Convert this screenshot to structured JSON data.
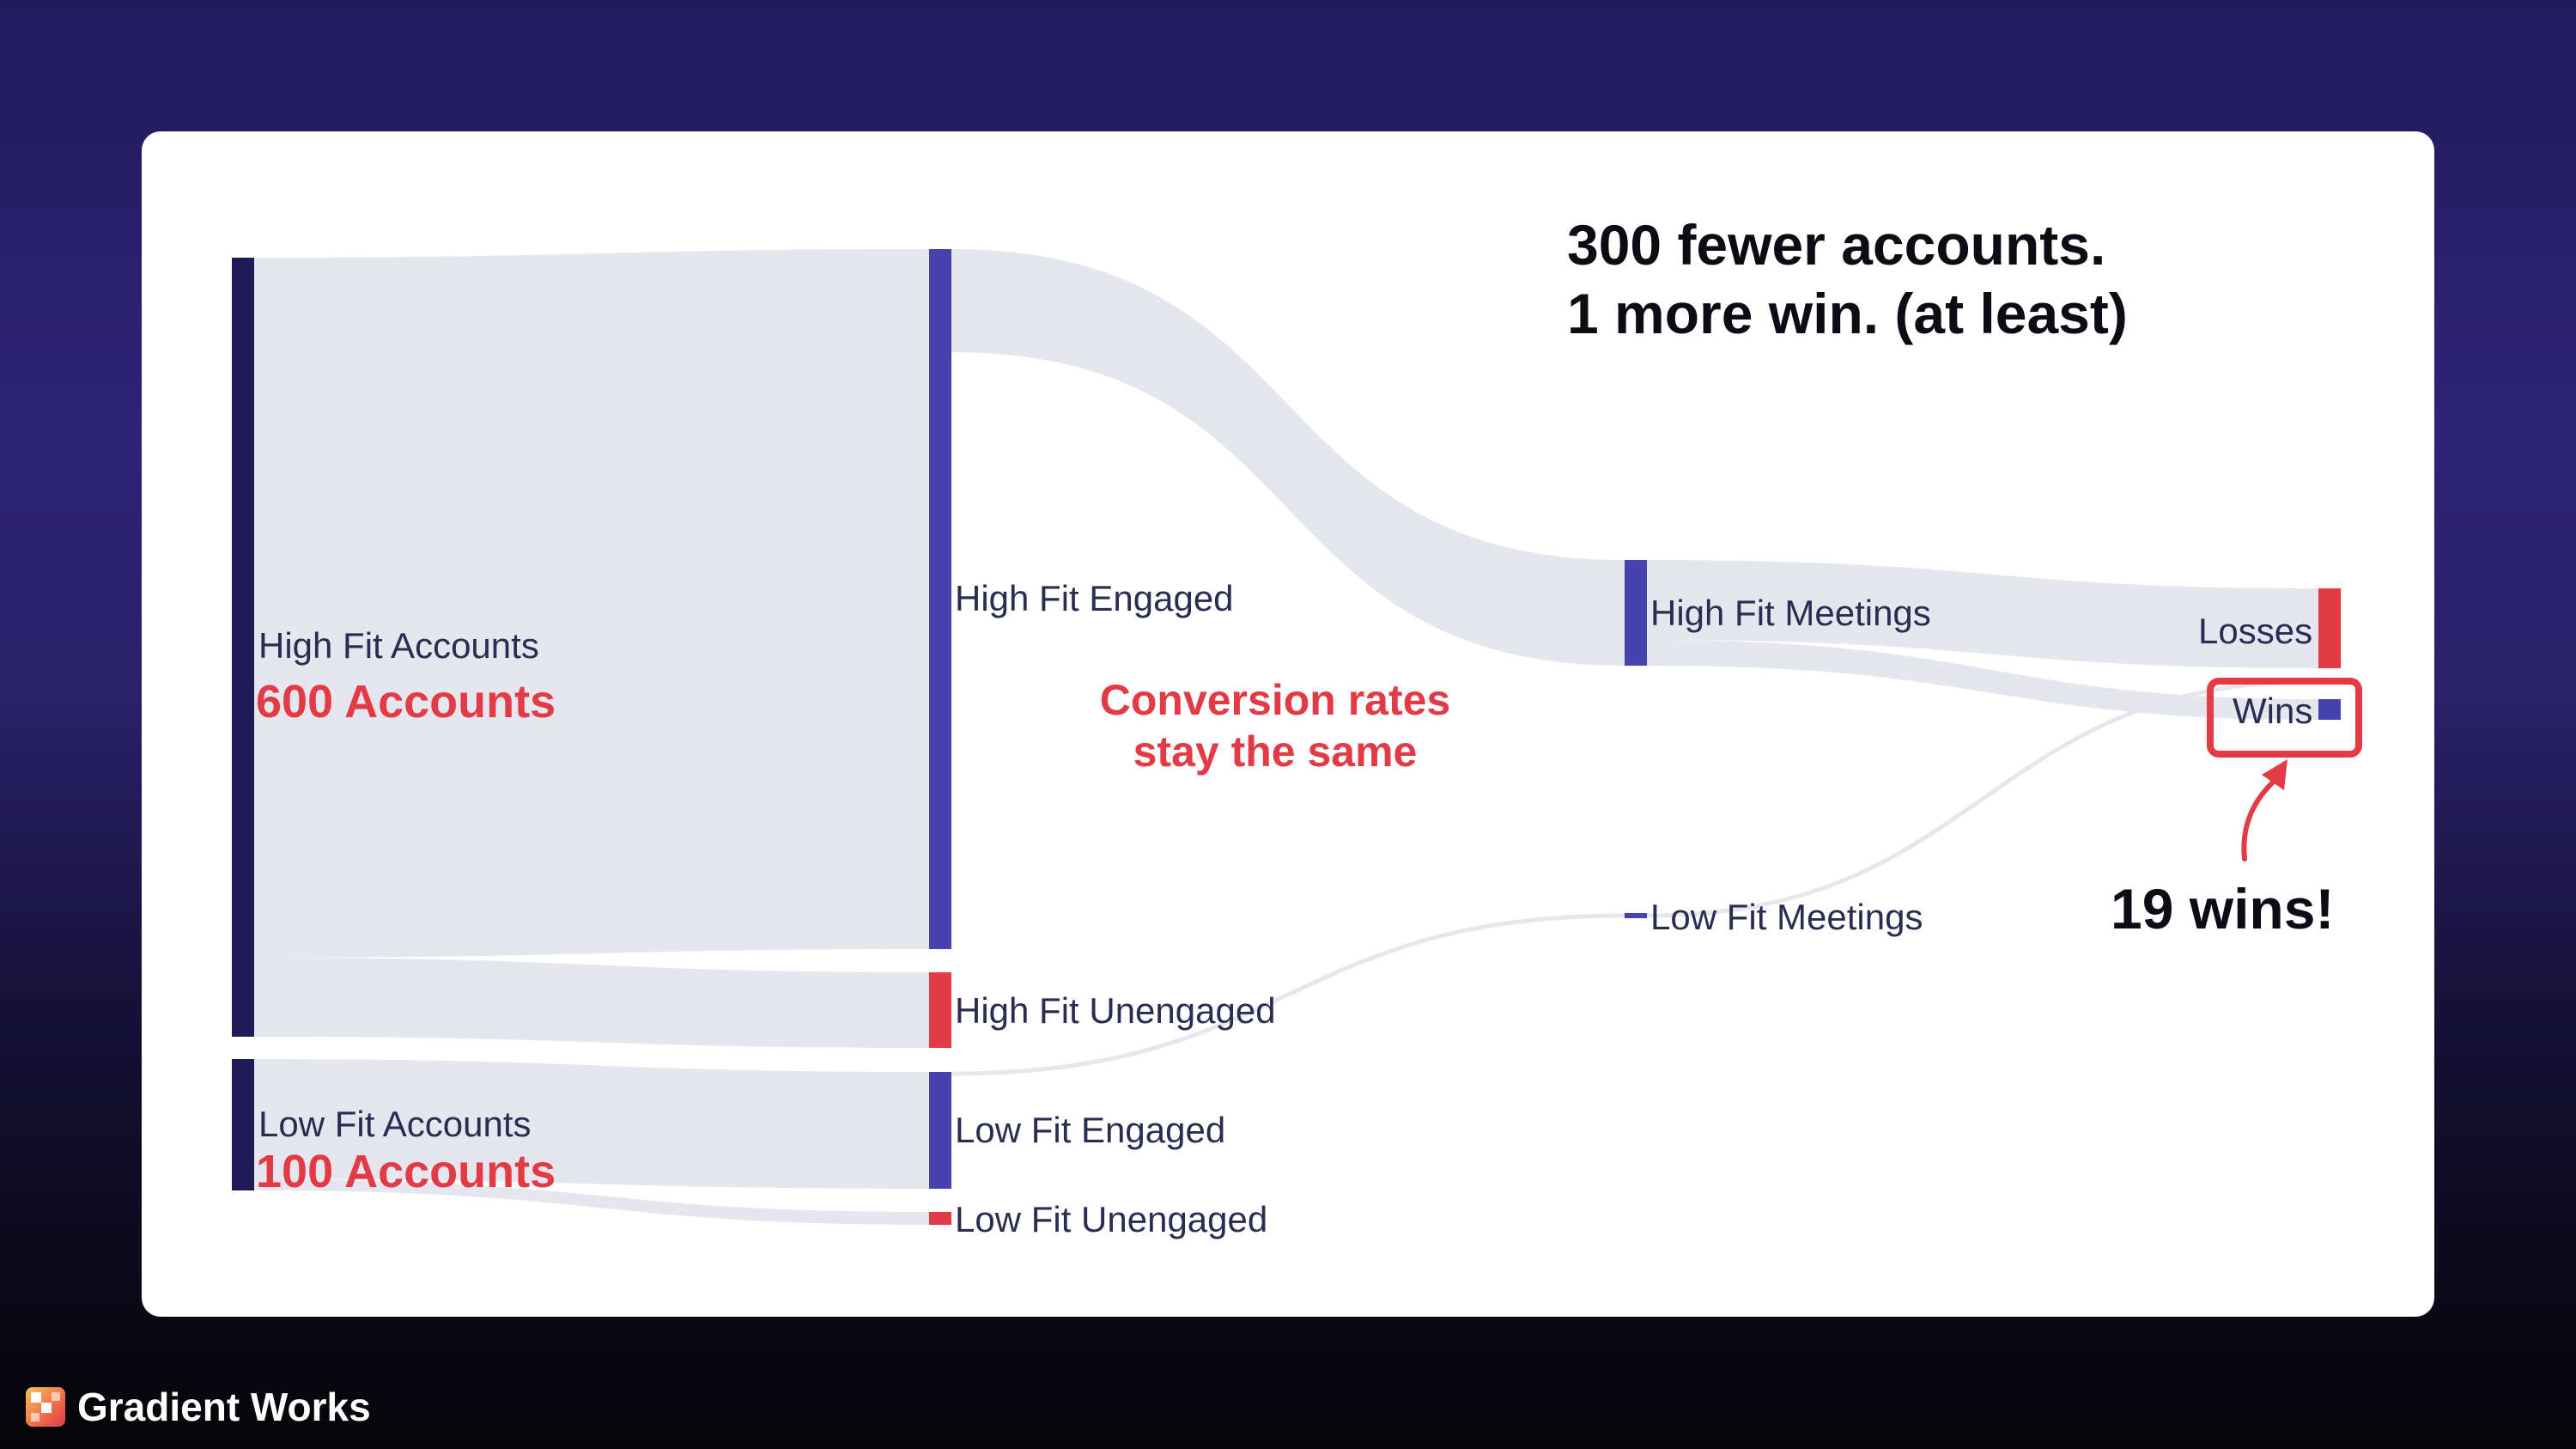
{
  "headline": {
    "line1": "300 fewer accounts.",
    "line2": "1 more win. (at least)"
  },
  "annotation": {
    "line1": "Conversion rates",
    "line2": "stay the same"
  },
  "callout": "19 wins!",
  "nodes": {
    "high_fit_accounts": {
      "label": "High Fit Accounts",
      "count": "600 Accounts",
      "color": "#211a56"
    },
    "low_fit_accounts": {
      "label": "Low Fit Accounts",
      "count": "100 Accounts",
      "color": "#211a56"
    },
    "high_fit_engaged": {
      "label": "High Fit Engaged",
      "color": "#4743ad"
    },
    "high_fit_unengaged": {
      "label": "High Fit Unengaged",
      "color": "#e23b46"
    },
    "low_fit_engaged": {
      "label": "Low Fit Engaged",
      "color": "#4743ad"
    },
    "low_fit_unengaged": {
      "label": "Low Fit Unengaged",
      "color": "#e23b46"
    },
    "high_fit_meetings": {
      "label": "High Fit Meetings",
      "color": "#4743ad"
    },
    "low_fit_meetings": {
      "label": "Low Fit Meetings",
      "color": "#4743ad"
    },
    "losses": {
      "label": "Losses",
      "color": "#e23b46"
    },
    "wins": {
      "label": "Wins",
      "color": "#4743ad"
    }
  },
  "colors": {
    "flow": "#e6e6ef",
    "highlight": "#e23b46"
  },
  "brand": {
    "name": "Gradient Works",
    "logo": "gradient-works-logo-icon"
  }
}
